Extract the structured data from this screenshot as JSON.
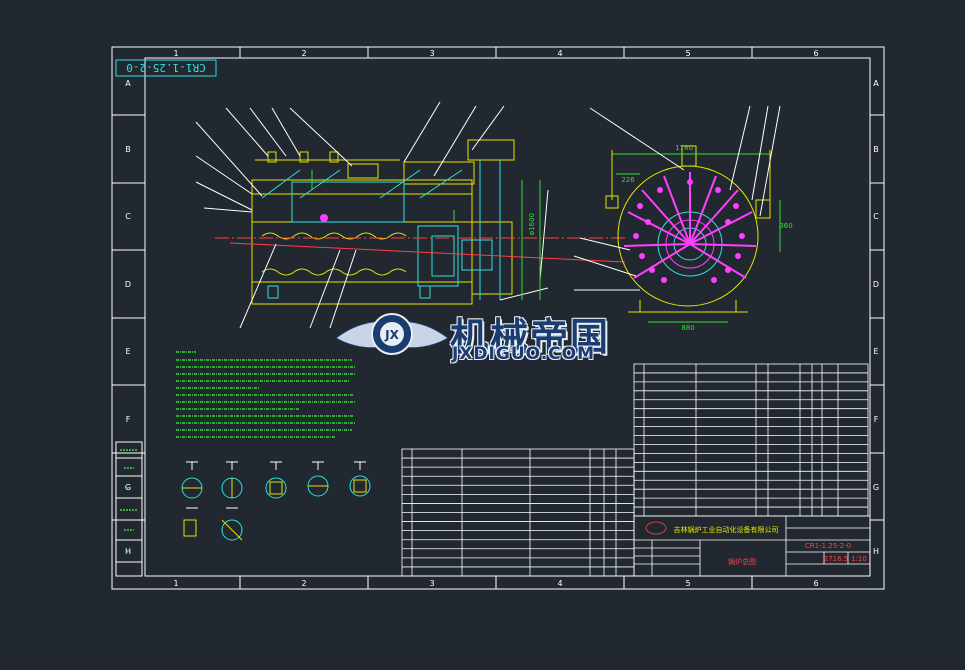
{
  "drawing_number": "CR1-1.25-2-0",
  "column_markers": [
    "1",
    "2",
    "3",
    "4",
    "5",
    "6"
  ],
  "row_markers": [
    "A",
    "B",
    "C",
    "D",
    "E",
    "F",
    "G",
    "H"
  ],
  "company_name": "吉林锅炉工业自动化设备有限公司",
  "title_block": {
    "category": "锅炉总图",
    "drawing_code": "CR1-1.25-2-0",
    "weight": "2716.5",
    "scale": "1:10"
  },
  "dimensions": {
    "width_top": "1780",
    "side_a": "226",
    "side_b": "360",
    "bottom_width": "880",
    "height_mark": "ø1600"
  },
  "watermark": {
    "title": "机械帝国",
    "subtitle": "JXDIGUO.COM",
    "badge": "JX"
  },
  "colors": {
    "background": "#212830",
    "frame": "#ffffff",
    "shell": "#e6e600",
    "detail": "#2fe0e0",
    "pipe": "#ff4040",
    "notes": "#33dd33",
    "accent": "#ff40ff"
  }
}
